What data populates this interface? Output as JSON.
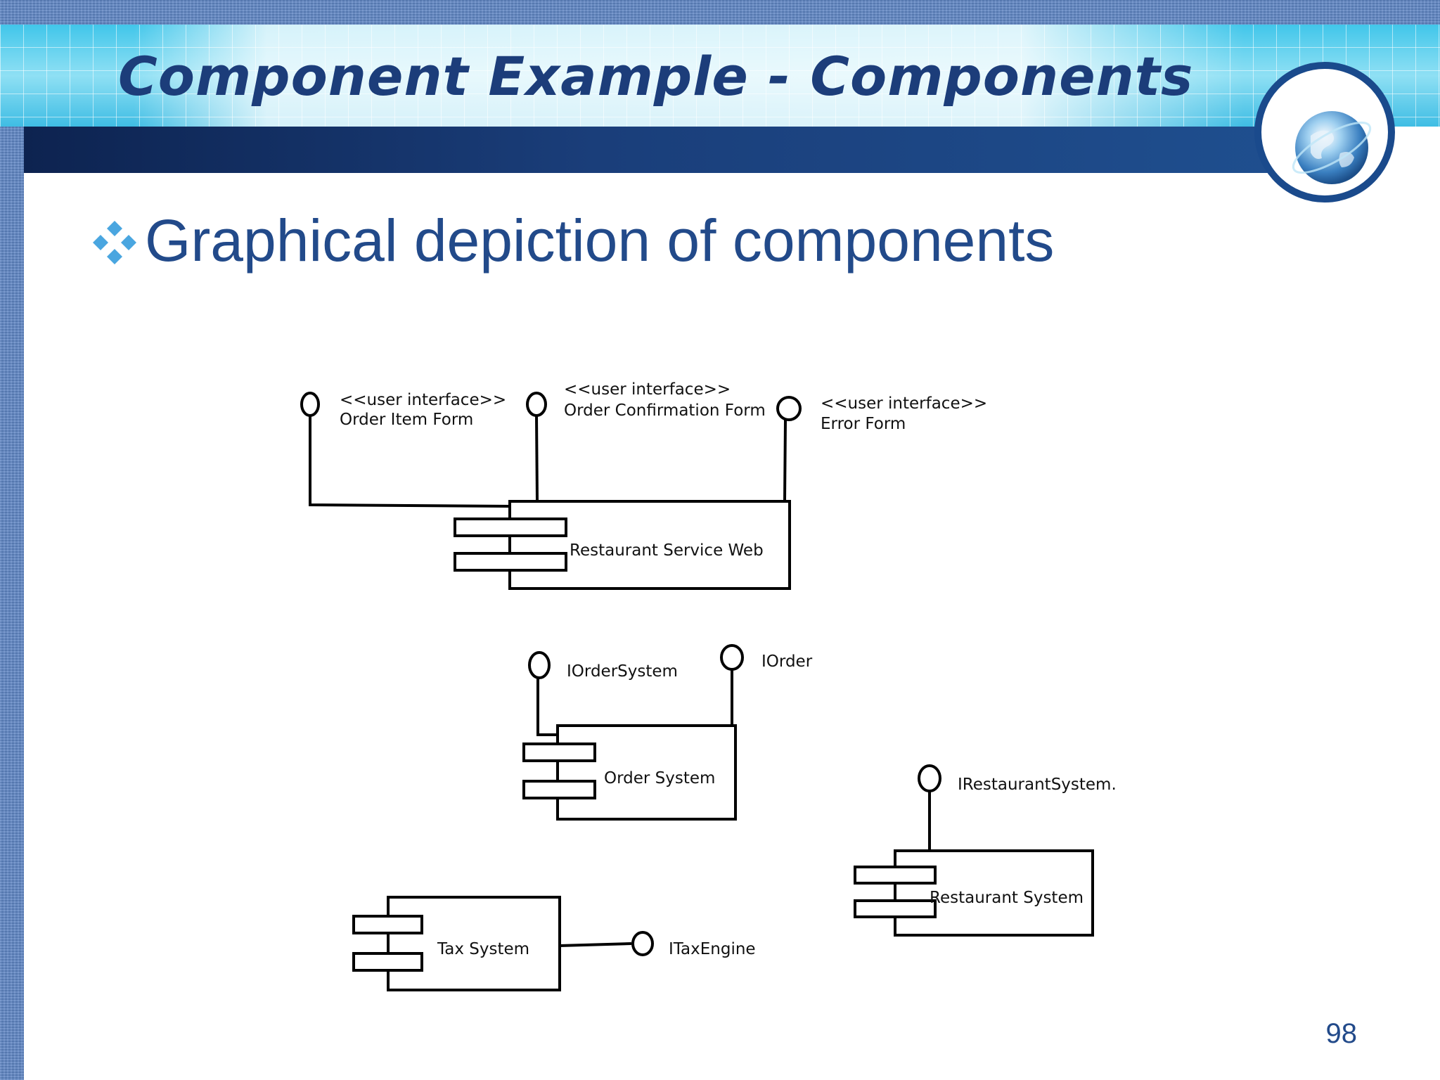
{
  "slide": {
    "title": "Component Example - Components",
    "bullet": "Graphical depiction of components",
    "page_number": "98"
  },
  "diagram": {
    "components": {
      "restaurant_service_web": "Restaurant Service Web",
      "order_system": "Order System",
      "tax_system": "Tax System",
      "restaurant_system": "Restaurant System"
    },
    "interfaces": {
      "order_item_form": {
        "stereotype": "<<user interface>>",
        "name": "Order Item Form"
      },
      "order_confirmation_form": {
        "stereotype": "<<user interface>>",
        "name": "Order Confirmation Form"
      },
      "error_form": {
        "stereotype": "<<user interface>>",
        "name": "Error Form"
      },
      "iordersystem": "IOrderSystem",
      "iorder": "IOrder",
      "irestaurantsystem": "IRestaurantSystem.",
      "itaxengine": "ITaxEngine"
    }
  },
  "colors": {
    "title": "#1c3d7a",
    "bullet_text": "#224a8a",
    "bullet_icon": "#4aa6e0",
    "header_band": "#41c6ea",
    "dark_band": "#0d2350",
    "frame": "#5f86c4"
  },
  "icons": {
    "bullet": "four-diamond-bullet-icon",
    "badge": "globe-icon"
  }
}
